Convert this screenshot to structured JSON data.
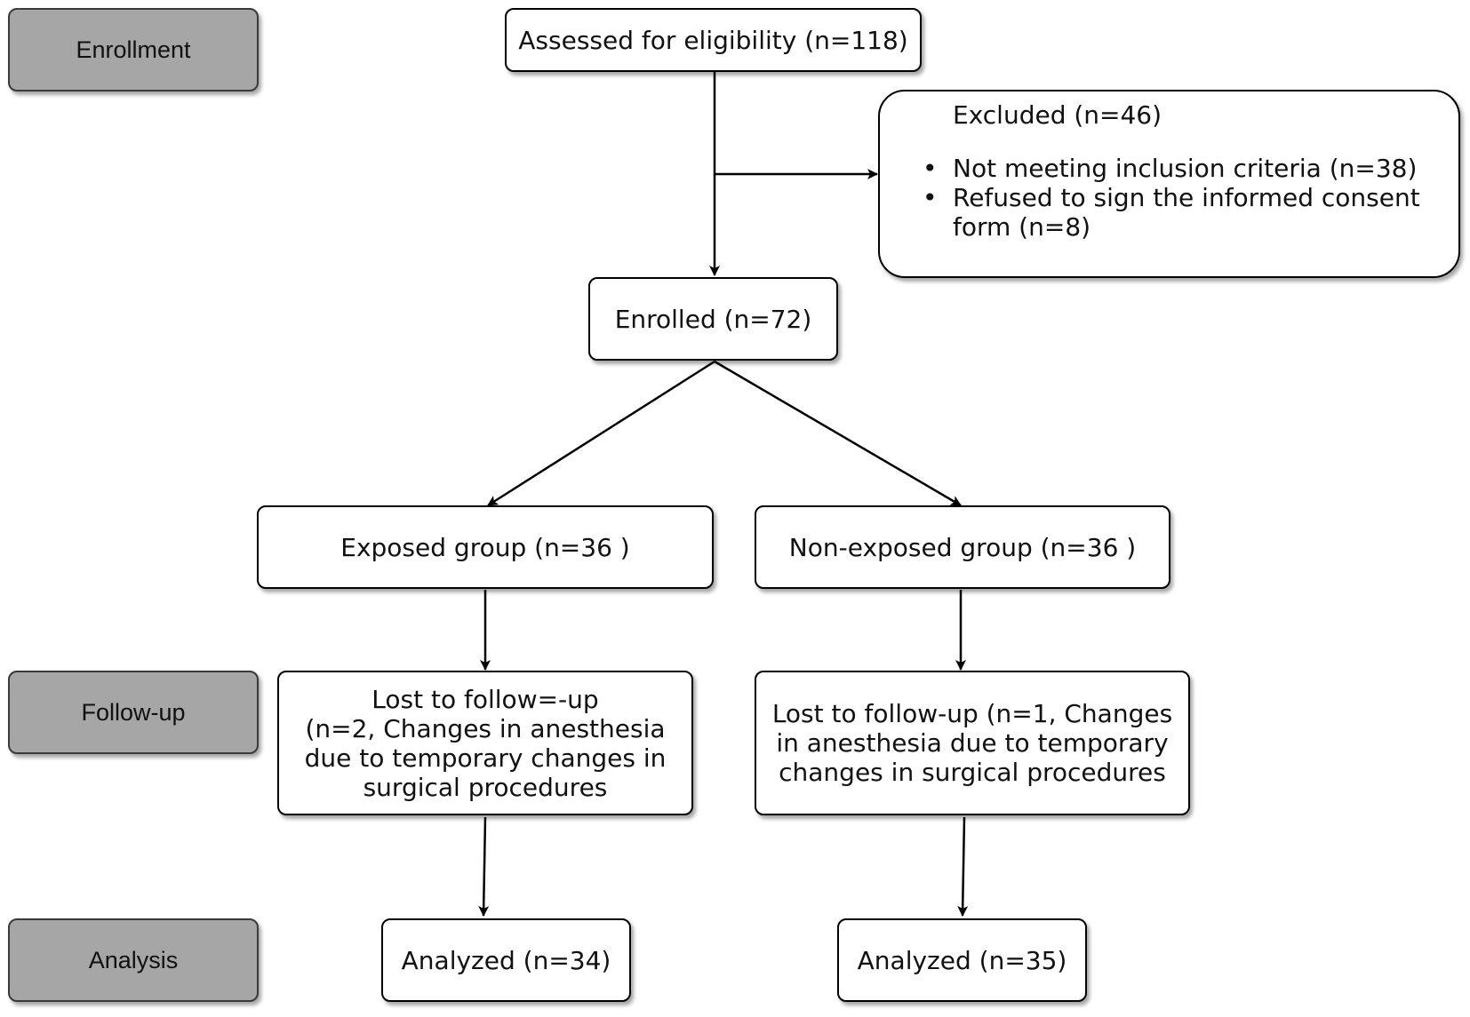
{
  "stages": {
    "enrollment": "Enrollment",
    "follow_up": "Follow-up",
    "analysis": "Analysis"
  },
  "boxes": {
    "assessed": "Assessed for eligibility (n=118)",
    "excluded": {
      "title": "Excluded (n=46)",
      "items": [
        "Not meeting inclusion criteria (n=38)",
        "Refused to sign the informed consent form (n=8)"
      ]
    },
    "enrolled": "Enrolled (n=72)",
    "exposed_group": "Exposed group (n=36 )",
    "non_exposed_group": "Non-exposed group (n=36 )",
    "lost_exposed": [
      "Lost to follow=-up",
      "(n=2, Changes in anesthesia",
      "due to temporary changes in",
      "surgical procedures"
    ],
    "lost_non_exposed": [
      "Lost to follow-up (n=1, Changes",
      "in anesthesia due to temporary",
      "changes in surgical procedures"
    ],
    "analyzed_exposed": "Analyzed (n=34)",
    "analyzed_non_exposed": "Analyzed (n=35)"
  },
  "colors": {
    "stage_fill": "#a6a6a6",
    "box_fill": "#ffffff",
    "line": "#000000"
  }
}
